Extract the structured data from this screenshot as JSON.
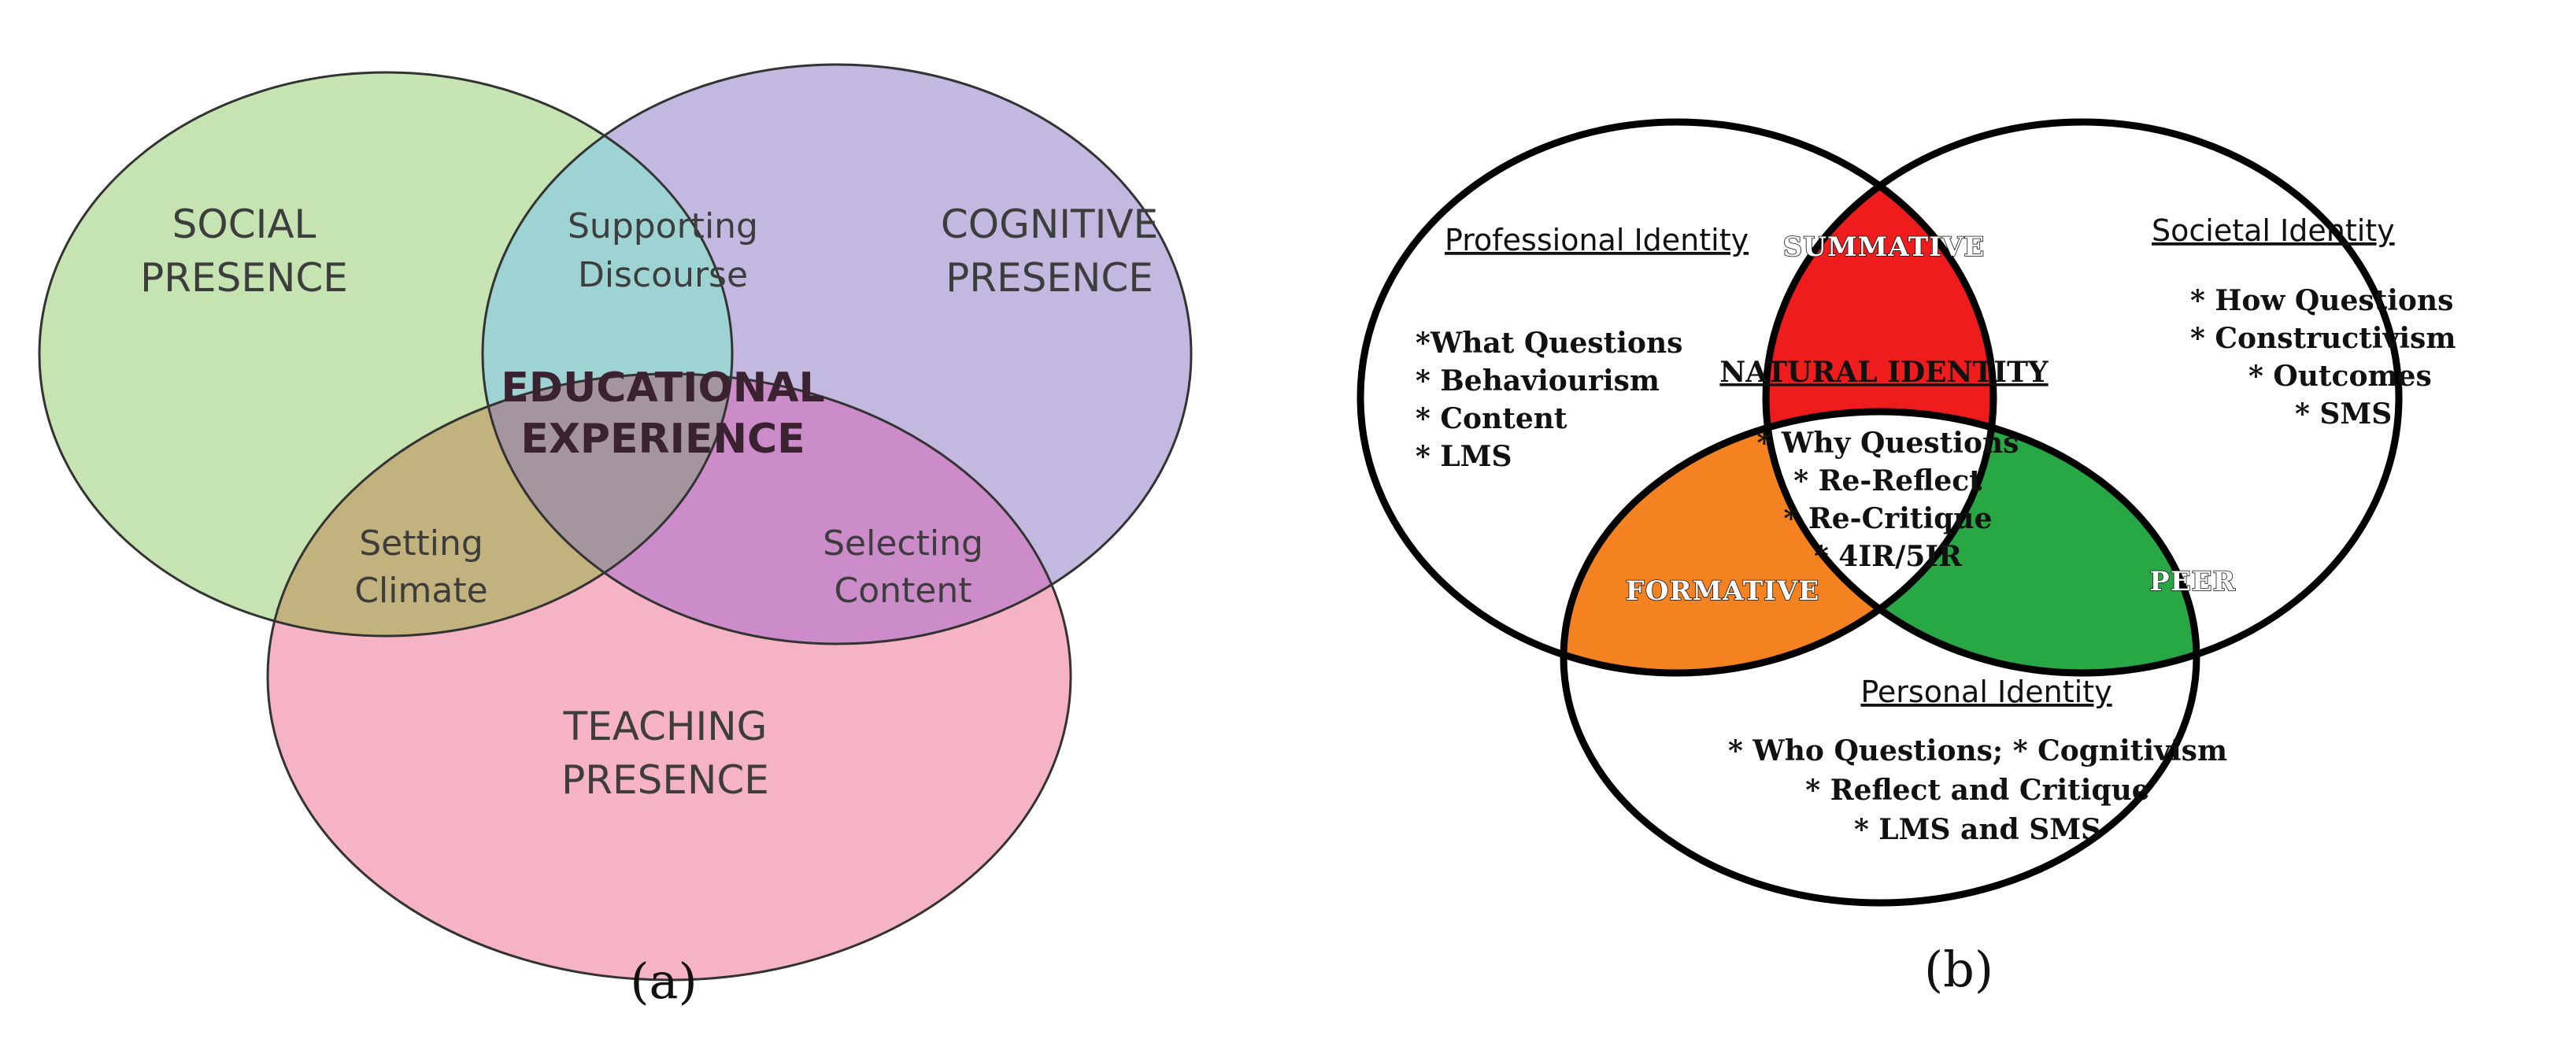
{
  "diagram_a": {
    "caption": "(a)",
    "social_presence": {
      "line1": "SOCIAL",
      "line2": "PRESENCE"
    },
    "cognitive_presence": {
      "line1": "COGNITIVE",
      "line2": "PRESENCE"
    },
    "teaching_presence": {
      "line1": "TEACHING",
      "line2": "PRESENCE"
    },
    "supporting_discourse": {
      "line1": "Supporting",
      "line2": "Discourse"
    },
    "setting_climate": {
      "line1": "Setting",
      "line2": "Climate"
    },
    "selecting_content": {
      "line1": "Selecting",
      "line2": "Content"
    },
    "educational_experience": {
      "line1": "EDUCATIONAL",
      "line2": "EXPERIENCE"
    },
    "colors": {
      "social": "#c5e4b1",
      "cognitive": "#c3b9e0",
      "teaching": "#f5b3c3",
      "social_cognitive": "#9dd3d3",
      "social_teaching": "#c2b27e",
      "cognitive_teaching": "#cc8bc9",
      "center": "#a5959f"
    }
  },
  "diagram_b": {
    "caption": "(b)",
    "professional_identity": {
      "heading": "Professional Identity",
      "items": [
        "*What Questions",
        "* Behaviourism",
        "* Content",
        "* LMS"
      ]
    },
    "societal_identity": {
      "heading": "Societal Identity",
      "items": [
        "* How Questions",
        "* Constructivism",
        "* Outcomes",
        "* SMS"
      ]
    },
    "personal_identity": {
      "heading": "Personal Identity",
      "items": [
        "* Who Questions; * Cognitivism",
        "* Reflect and Critique",
        "* LMS and SMS"
      ]
    },
    "natural_identity": {
      "heading": "NATURAL IDENTITY",
      "items": [
        "* Why Questions",
        "* Re-Reflect",
        "* Re-Critique",
        "* 4IR/5IR"
      ]
    },
    "summative": "SUMMATIVE",
    "formative": "FORMATIVE",
    "peer": "PEER",
    "colors": {
      "summative": "#ee1c1c",
      "formative": "#f58220",
      "peer": "#28a745",
      "outline": "#000000",
      "background": "#ffffff"
    }
  }
}
